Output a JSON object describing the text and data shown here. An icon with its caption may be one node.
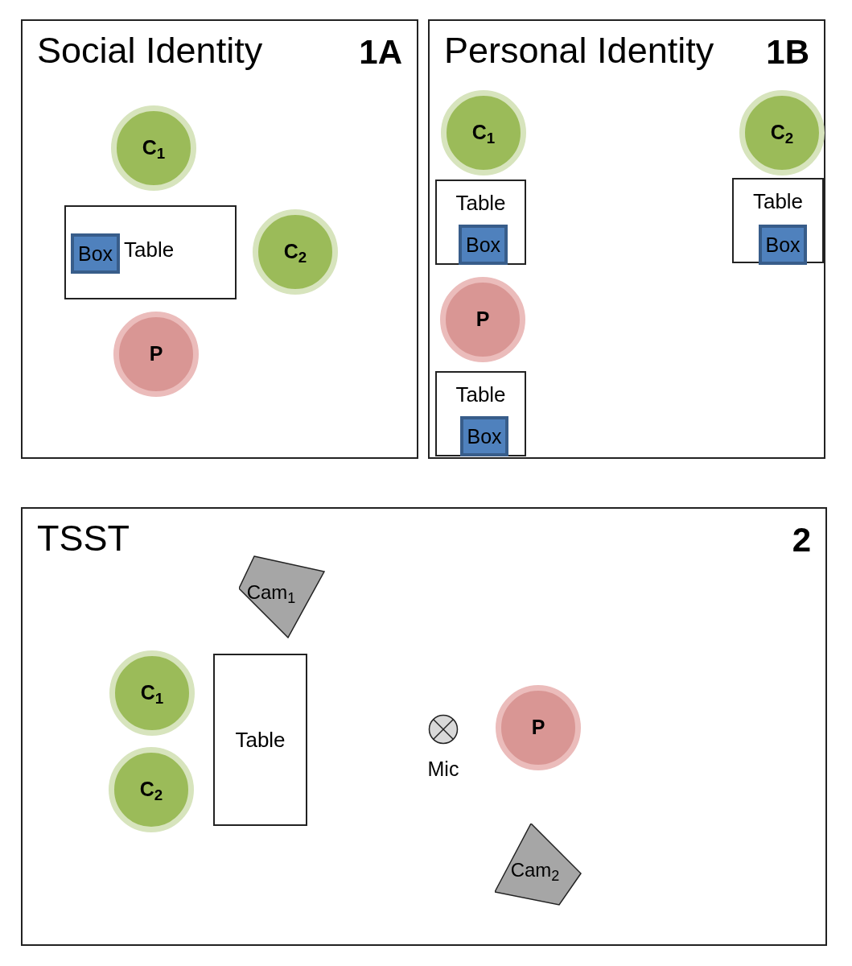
{
  "diagram": {
    "nodes": [
      {
        "text": [
          "Social Identity",
          "1A"
        ]
      },
      {
        "text": [
          "C$_{1}$"
        ],
        "in": 0
      },
      {
        "text": [
          "Table"
        ],
        "in": 0
      },
      {
        "text": [
          "Box"
        ],
        "in": 2
      },
      {
        "text": [
          "C$_{2}$"
        ],
        "in": 0
      },
      {
        "text": [
          "P"
        ],
        "in": 0
      },
      {
        "text": [
          "Personal Identity",
          "1B"
        ]
      },
      {
        "text": [
          "C$_{1}$"
        ],
        "in": 6
      },
      {
        "text": [
          "C$_{2}$"
        ],
        "in": 6
      },
      {
        "text": [
          "Table"
        ],
        "in": 6
      },
      {
        "text": [
          "Box"
        ],
        "in": 9
      },
      {
        "text": [
          "Table"
        ],
        "in": 6
      },
      {
        "text": [
          "Box"
        ],
        "in": 11
      },
      {
        "text": [
          "P"
        ],
        "in": 6
      },
      {
        "text": [
          "Table"
        ],
        "in": 6
      },
      {
        "text": [
          "Box"
        ],
        "in": 14
      },
      {
        "text": [
          "TSST",
          "2"
        ]
      },
      {
        "text": [
          "Cam$_{1}$"
        ],
        "in": 16
      },
      {
        "text": [
          "C$_{1}$"
        ],
        "in": 16
      },
      {
        "text": [
          "Table"
        ],
        "in": 16
      },
      {
        "text": [],
        "shape": "circle",
        "beside": [
          "Mic"
        ],
        "in": 16
      },
      {
        "text": [
          "P"
        ],
        "in": 16
      },
      {
        "text": [
          "C$_{2}$"
        ],
        "in": 16
      },
      {
        "text": [
          "Cam$_{2}$"
        ],
        "in": 16
      }
    ],
    "edges": []
  }
}
